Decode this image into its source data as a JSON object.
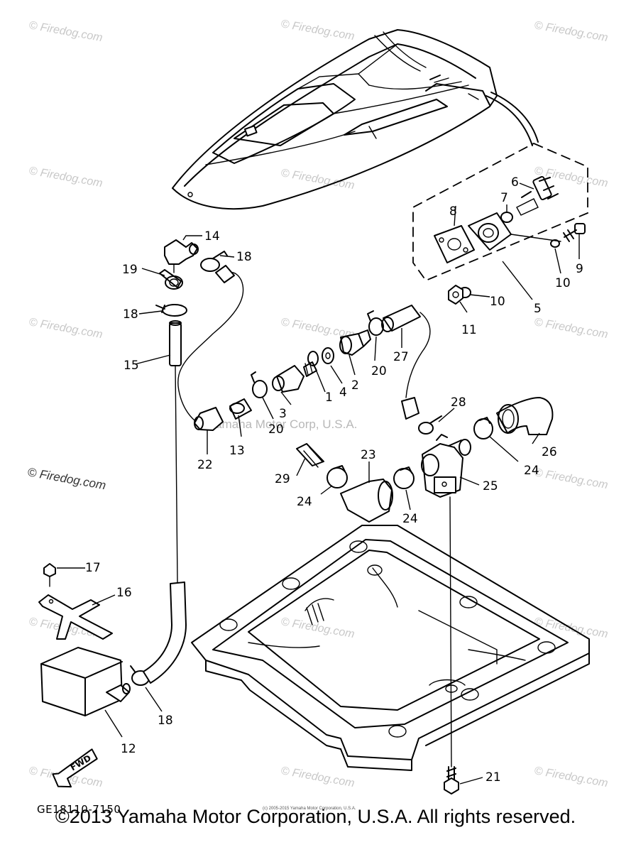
{
  "watermarks": {
    "site": "© Firedog.com",
    "center": "Yamaha Motor Corp, U.S.A.",
    "small": "(c) 2005-2015 Yamaha Motor Corporation, U.S.A."
  },
  "diagram_code": "GE18110-7150",
  "fwd_label": "FWD",
  "callouts": {
    "p1": "1",
    "p2": "2",
    "p3": "3",
    "p4": "4",
    "p5": "5",
    "p6": "6",
    "p7": "7",
    "p8": "8",
    "p9": "9",
    "p10a": "10",
    "p10b": "10",
    "p11": "11",
    "p12": "12",
    "p13": "13",
    "p14": "14",
    "p15": "15",
    "p16": "16",
    "p17": "17",
    "p18a": "18",
    "p18b": "18",
    "p18c": "18",
    "p19": "19",
    "p20a": "20",
    "p20b": "20",
    "p21": "21",
    "p22": "22",
    "p23": "23",
    "p24a": "24",
    "p24b": "24",
    "p24c": "24",
    "p25": "25",
    "p26": "26",
    "p27": "27",
    "p28": "28",
    "p29": "29"
  },
  "copyright": "©2013 Yamaha Motor Corporation, U.S.A. All rights reserved.",
  "colors": {
    "ink": "#000000",
    "watermark": "#c8c8c8"
  }
}
